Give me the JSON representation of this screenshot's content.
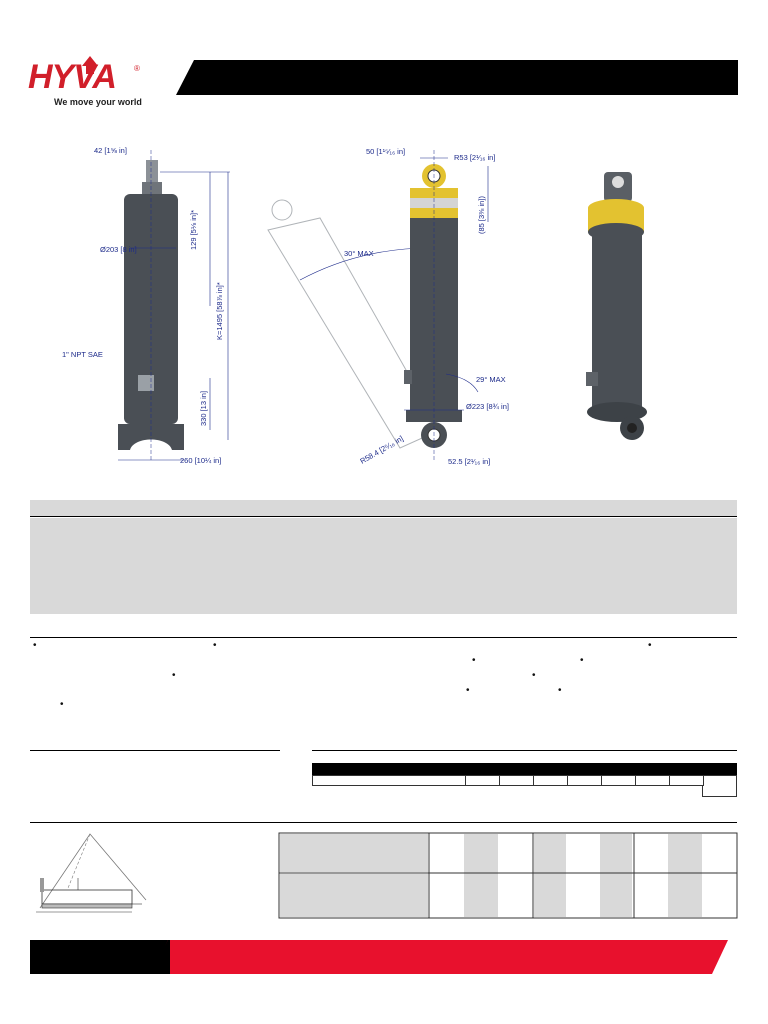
{
  "brand": {
    "name": "HYVA",
    "registered_mark": "®",
    "tagline": "We move your world",
    "color_red": "#d11f2a"
  },
  "drawing": {
    "labels": {
      "rod_diameter": "42 [1⅝ in]",
      "top_height": "129 [5⅛ in]*",
      "body_diameter": "Ø203 [8 in]",
      "closed_length": "K=1495 [58⅞ in]*",
      "port": "1\" NPT SAE",
      "port_height": "330 [13 in]",
      "base_width": "260 [10¼ in]",
      "eye_width": "50 [1¹⁵⁄₁₆ in]",
      "eye_radius": "R53 [2¹⁄₁₆ in]",
      "eye_height": "(85 [3⅜ in])",
      "tilt_angle": "30° MAX",
      "lower_angle": "29° MAX",
      "bottom_diameter": "Ø223 [8¾ in]",
      "bottom_radius": "R58.4 [2⁵⁄₁₆ in]",
      "bottom_eye": "52.5 [2¹⁄₁₆ in]"
    }
  },
  "bullets": [
    "•",
    "•",
    "•",
    "•",
    "•",
    "•",
    "•",
    "•",
    "•",
    "•"
  ],
  "colors": {
    "grey_band": "#d9d9d9",
    "black": "#000000",
    "cylinder": "#4a4f55",
    "collar": "#e3c230"
  }
}
